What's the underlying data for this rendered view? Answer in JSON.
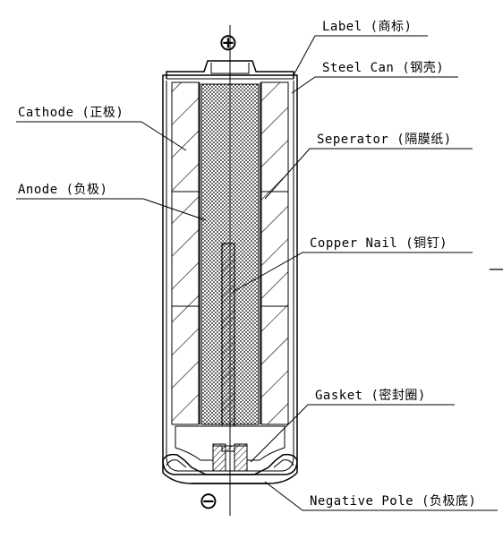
{
  "diagram": {
    "terminals": {
      "positive_symbol": "⊕",
      "negative_symbol": "⊖"
    },
    "labels": [
      {
        "id": "label",
        "text": "Label (商标)"
      },
      {
        "id": "steel-can",
        "text": "Steel Can (钢壳)"
      },
      {
        "id": "cathode",
        "text": "Cathode (正极)"
      },
      {
        "id": "separator",
        "text": "Seperator (隔膜纸)"
      },
      {
        "id": "anode",
        "text": "Anode  (负极)"
      },
      {
        "id": "copper-nail",
        "text": "Copper Nail (铜钉)"
      },
      {
        "id": "gasket",
        "text": "Gasket (密封圈)"
      },
      {
        "id": "negative-pole",
        "text": "Negative Pole (负极底)"
      }
    ],
    "side_mark": "—",
    "colors": {
      "ink": "#000000",
      "paper": "#ffffff"
    }
  }
}
